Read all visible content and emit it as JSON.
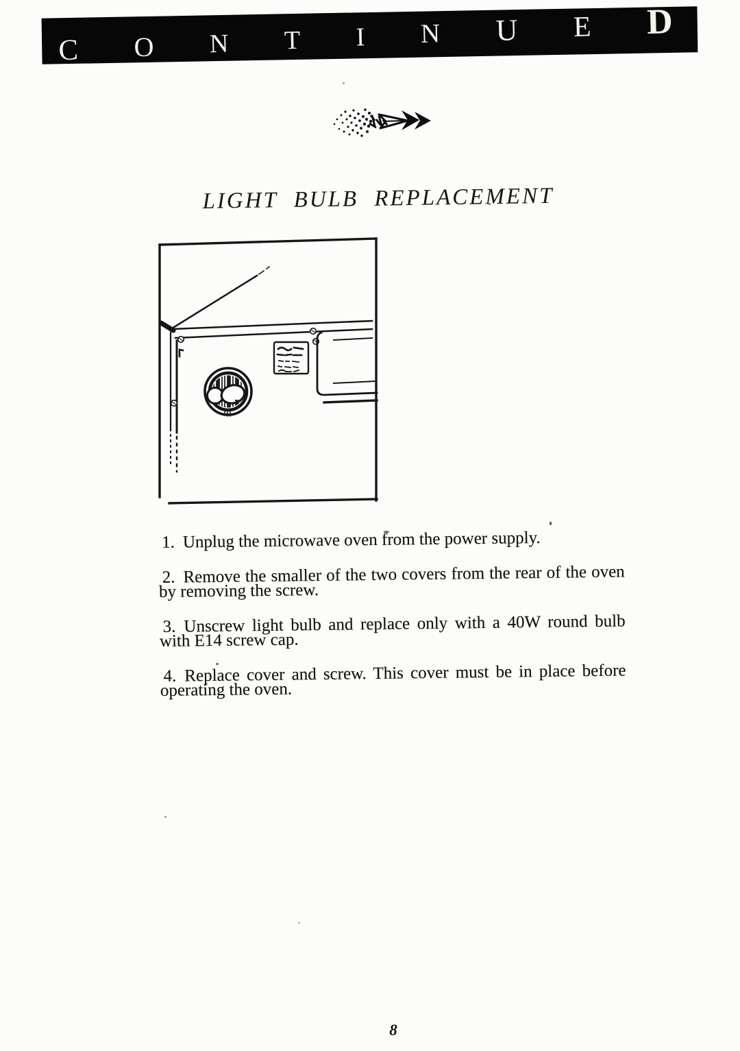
{
  "colors": {
    "paper": "#fcfcfa",
    "ink": "#14110e",
    "banner": "#070707",
    "banner_text": "#f4f3ee"
  },
  "header": {
    "word": "CONTINUED",
    "letters": [
      "C",
      "O",
      "N",
      "T",
      "I",
      "N",
      "U",
      "E",
      "D"
    ]
  },
  "heading": {
    "title": "LIGHT BULB REPLACEMENT"
  },
  "steps": [
    {
      "number": "1.",
      "lines": [
        "Unplug the microwave oven from the power supply."
      ]
    },
    {
      "number": "2.",
      "lines": [
        "Remove the smaller of the two covers from the rear of the oven",
        "by removing the screw."
      ]
    },
    {
      "number": "3.",
      "lines": [
        "Unscrew light bulb and replace only with a 40W round bulb",
        "with E14 screw cap."
      ]
    },
    {
      "number": "4.",
      "lines": [
        "Replace cover and screw. This cover must be in place before",
        "operating the oven."
      ]
    }
  ],
  "page": {
    "number": "8"
  }
}
